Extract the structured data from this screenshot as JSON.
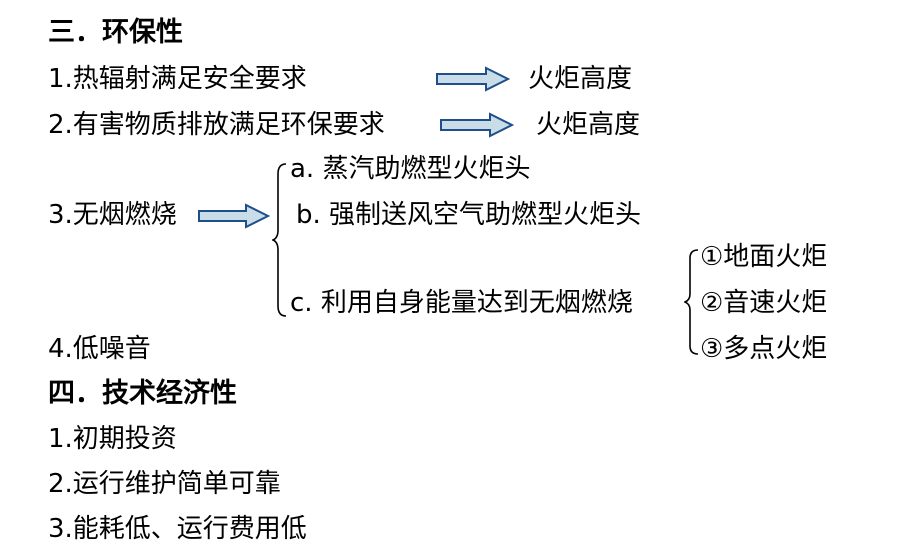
{
  "section3": {
    "heading": "三．环保性",
    "item1": {
      "text": "1.热辐射满足安全要求",
      "result": "火炬高度"
    },
    "item2": {
      "text": "2.有害物质排放满足环保要求",
      "result": "火炬高度"
    },
    "item3": {
      "text": "3.无烟燃烧",
      "options": {
        "a": "a. 蒸汽助燃型火炬头",
        "b": "b. 强制送风空气助燃型火炬头",
        "c": "c. 利用自身能量达到无烟燃烧"
      },
      "subtypes": [
        "①地面火炬",
        "②音速火炬",
        "③多点火炬"
      ]
    },
    "item4": {
      "text": "4.低噪音"
    }
  },
  "section4": {
    "heading": "四．技术经济性",
    "items": [
      "1.初期投资",
      "2.运行维护简单可靠",
      "3.能耗低、运行费用低"
    ]
  },
  "colors": {
    "text": "#000000",
    "arrow_fill": "#c8dde8",
    "arrow_stroke": "#1f4f8a"
  }
}
